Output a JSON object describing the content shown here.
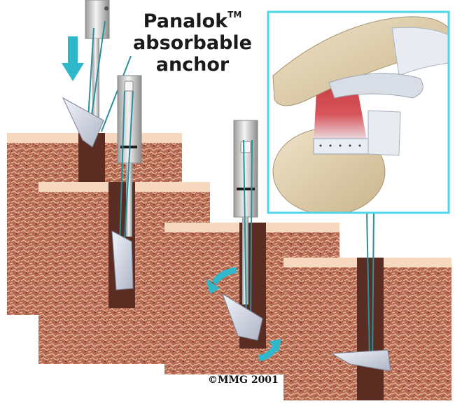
{
  "label": {
    "line1": "Panalok",
    "trademark": "TM",
    "line2": "absorbable",
    "line3": "anchor"
  },
  "copyright": "©MMG 2001",
  "colors": {
    "bone_top": "#f6d8bf",
    "bone_pattern": "#b5674e",
    "drill_hole": "#5b2d22",
    "tool_metal": "#dcdcdc",
    "suture": "#2a8f9a",
    "arrow": "#2fb8cc",
    "inset_border": "#4fd6e6"
  }
}
